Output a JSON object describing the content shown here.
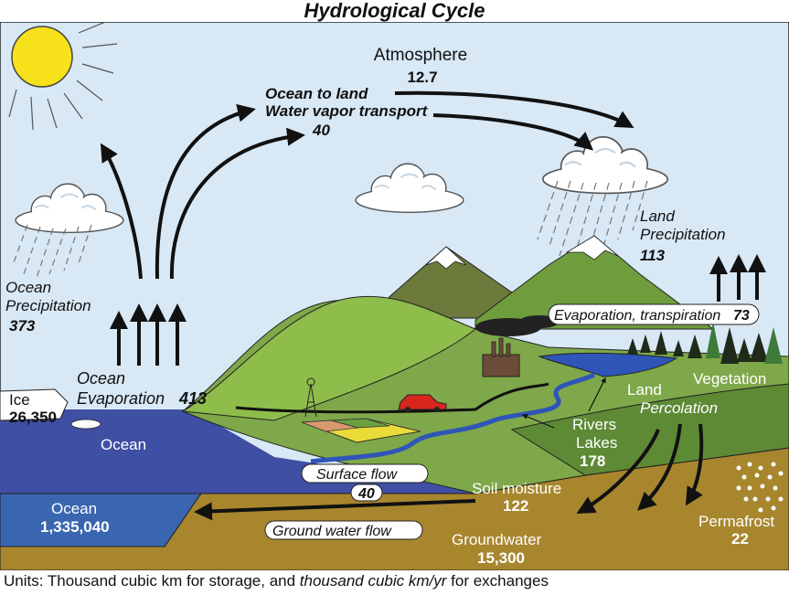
{
  "title": "Hydrological Cycle",
  "units": {
    "prefix": "Units: Thousand cubic km for storage, and ",
    "italic": "thousand cubic km/yr",
    "suffix": " for exchanges"
  },
  "labels": {
    "atmosphere": {
      "name": "Atmosphere",
      "value": "12.7"
    },
    "transport": {
      "line1": "Ocean to land",
      "line2": "Water vapor transport",
      "value": "40"
    },
    "land_precip": {
      "line1": "Land",
      "line2": "Precipitation",
      "value": "113"
    },
    "ocean_precip": {
      "line1": "Ocean",
      "line2": "Precipitation",
      "value": "373"
    },
    "ocean_evap": {
      "line1": "Ocean",
      "line2": "Evaporation",
      "value": "413"
    },
    "evapotrans": {
      "text": "Evaporation, transpiration",
      "value": "73"
    },
    "vegetation": "Vegetation",
    "land": "Land",
    "percolation": "Percolation",
    "ice": {
      "name": "Ice",
      "value": "26,350"
    },
    "ocean_surface": "Ocean",
    "rivers": {
      "line1": "Rivers",
      "line2": "Lakes",
      "value": "178"
    },
    "surface_flow": {
      "text": "Surface flow",
      "value": "40"
    },
    "soil": {
      "name": "Soil moisture",
      "value": "122"
    },
    "ocean_deep": {
      "name": "Ocean",
      "value": "1,335,040"
    },
    "groundwater_flow": "Ground water flow",
    "groundwater": {
      "name": "Groundwater",
      "value": "15,300"
    },
    "permafrost": {
      "name": "Permafrost",
      "value": "22"
    }
  },
  "colors": {
    "sky": "#d8e8f5",
    "sun": "#f7e11b",
    "ocean": "#3f4fa3",
    "deep_ocean": "#3a66b0",
    "land": "#7fa84a",
    "hill": "#8fbd4c",
    "mountain": "#6c7a3c",
    "soil": "#a8862e",
    "river": "#2f55b8",
    "arrow": "#111111"
  }
}
